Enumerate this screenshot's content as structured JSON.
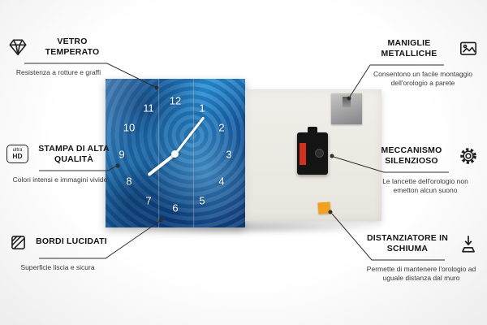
{
  "callouts": {
    "vetro": {
      "title": "VETRO TEMPERATO",
      "subtitle": "Resistenza a rotture e graffi"
    },
    "stampa": {
      "title": "STAMPA DI ALTA QUALITÀ",
      "subtitle": "Colori intensi e immagini vivide"
    },
    "bordi": {
      "title": "BORDI LUCIDATI",
      "subtitle": "Superficie liscia e sicura"
    },
    "maniglie": {
      "title": "MANIGLIE METALLICHE",
      "subtitle": "Consentono un facile montaggio dell'orologio a parete"
    },
    "meccanismo": {
      "title": "MECCANISMO SILENZIOSO",
      "subtitle": "Le lancette dell'orologio non emetton alcun suono"
    },
    "distanziatore": {
      "title": "DISTANZIATORE IN SCHIUMA",
      "subtitle": "Permette di mantenere l'orologio ad uguale distanza dal muro"
    }
  },
  "icons": {
    "ultra_hd_top": "ultra",
    "ultra_hd_bottom": "HD"
  },
  "clock": {
    "numbers": [
      "1",
      "2",
      "3",
      "4",
      "5",
      "6",
      "7",
      "8",
      "9",
      "10",
      "11",
      "12"
    ]
  },
  "colors": {
    "line": "#2e2e2e",
    "clock_blue": "#1d6fb8",
    "back_panel": "#ecebe5",
    "foam_orange": "#f2a01d",
    "mechanism_black": "#141414",
    "battery_red": "#d3301f"
  }
}
